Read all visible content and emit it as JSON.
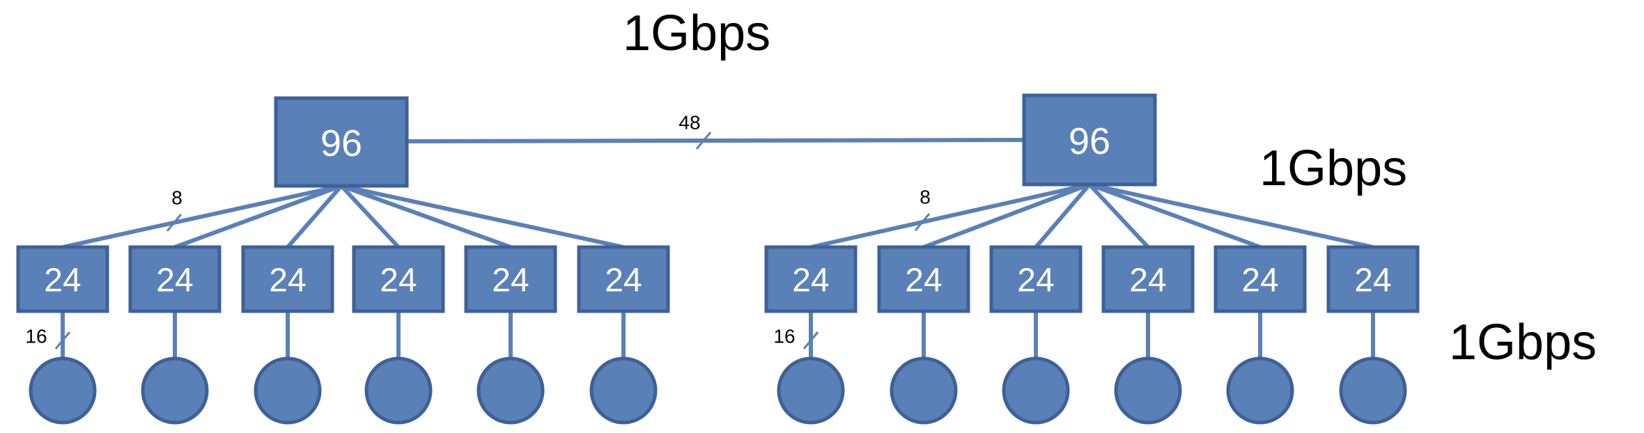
{
  "speeds": {
    "top": "1Gbps",
    "middle": "1Gbps",
    "bottom": "1Gbps"
  },
  "core_switches": [
    {
      "ports": "96"
    },
    {
      "ports": "96"
    }
  ],
  "core_link_label": "48",
  "clusters": [
    {
      "uplink_label": "8",
      "host_link_label": "16",
      "edge_switches": [
        "24",
        "24",
        "24",
        "24",
        "24",
        "24"
      ]
    },
    {
      "uplink_label": "8",
      "host_link_label": "16",
      "edge_switches": [
        "24",
        "24",
        "24",
        "24",
        "24",
        "24"
      ]
    }
  ],
  "colors": {
    "node_fill": "#5a80b8",
    "node_stroke": "#3d6197",
    "text": "#000000"
  }
}
